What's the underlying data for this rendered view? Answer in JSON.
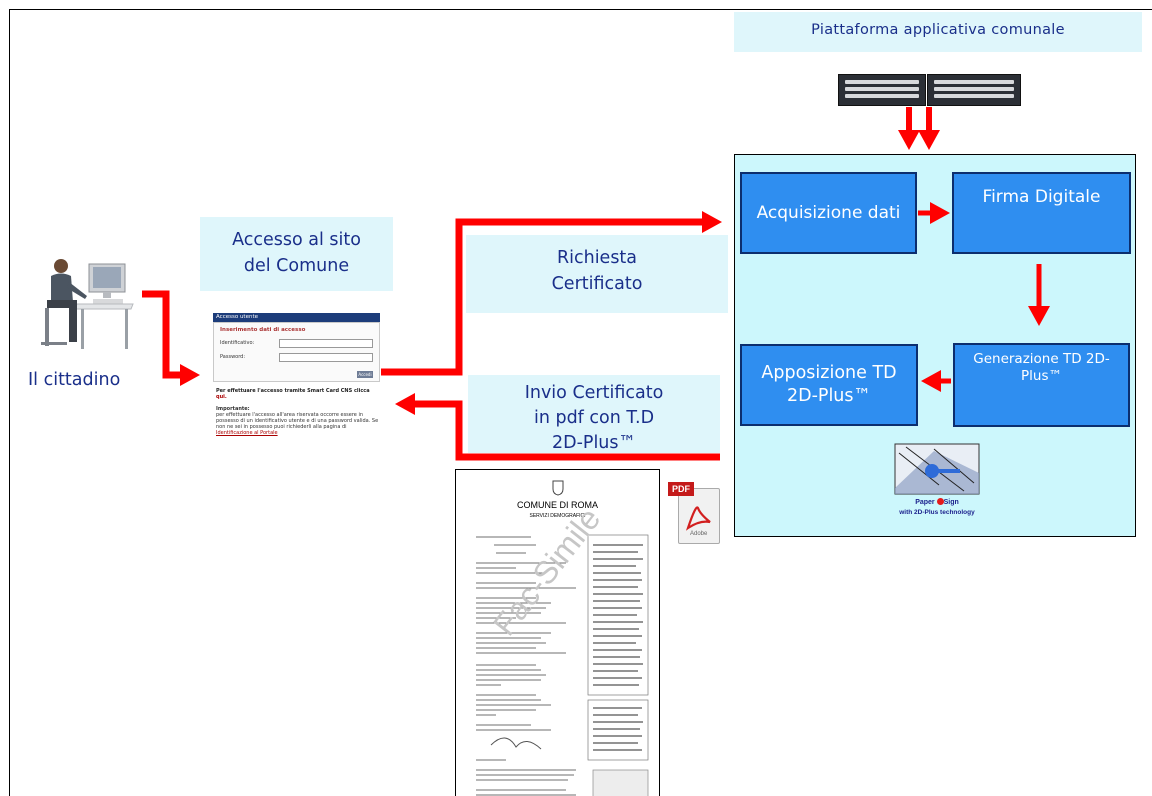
{
  "labels": {
    "platform": "Piattaforma applicativa  comunale",
    "access_line1": "Accesso al sito",
    "access_line2": "del Comune",
    "request_line1": "Richiesta",
    "request_line2": "Certificato",
    "send_line1": "Invio Certificato",
    "send_line2": "in pdf con T.D",
    "send_line3": "2D-Plus™",
    "citizen": "Il cittadino"
  },
  "process": {
    "acquire": "Acquisizione dati",
    "sign": "Firma Digitale",
    "generate": "Generazione TD 2D-Plus™",
    "apply": "Apposizione TD 2D-Plus™"
  },
  "login_form": {
    "header": "Accesso utente",
    "section": "Inserimento dati di accesso",
    "user_label": "Identificativo:",
    "password_label": "Password:",
    "submit": "Accedi",
    "cns_text": "Per effettuare l'accesso tramite Smart Card CNS clicca",
    "cns_link": "qui.",
    "important_title": "Importante:",
    "important_text": "per effettuare l'accesso all'area riservata occorre essere in possesso di un identificativo utente e di una password valida. Se non ne sei in possesso puoi richiederli alla pagina di",
    "important_link": "Identificazione al Portale"
  },
  "certificate": {
    "city": "COMUNE DI ROMA",
    "dept": "SERVIZI DEMOGRAFICI",
    "watermark": "Fac-Simile"
  },
  "pdf_icon": {
    "badge": "PDF",
    "brand": "Adobe"
  },
  "paper_esign": {
    "line1_a": "Paper ",
    "line1_b": "Sign",
    "line2": "with 2D-Plus technology"
  },
  "colors": {
    "arrow": "#ff0000",
    "box_fill": "#2f8ef0",
    "box_border": "#0c2e6e",
    "label_bg": "#dff6fb",
    "panel_bg": "#ccf7fc",
    "text_blue": "#1a2f8a"
  }
}
